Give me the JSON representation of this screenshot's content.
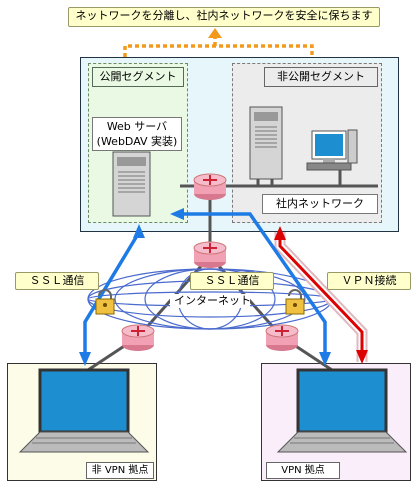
{
  "title": "ネットワークを分離し、社内ネットワークを安全に保ちます",
  "public_segment": {
    "label": "公開セグメント",
    "server_label": "Web サーバ\n(WebDAV 実装)"
  },
  "private_segment": {
    "label": "非公開セグメント",
    "internal_network": "社内ネットワーク"
  },
  "internet": {
    "label": "インターネット"
  },
  "ssl_left": "ＳＳＬ通信",
  "ssl_right": "ＳＳＬ通信",
  "vpn_connection": "ＶＰＮ接続",
  "site_left": "非 VPN 拠点",
  "site_right": "VPN 拠点",
  "colors": {
    "tag_fill": "#ffffcc",
    "public_fill": "#e9f9e3",
    "private_fill": "#ececec",
    "dmz_fill": "#e6f6fb",
    "left_site_fill": "#fcfce8",
    "right_site_fill": "#fbeefb",
    "ssl_arrow": "#1e7be6",
    "vpn_arrow": "#dd0000",
    "router": "#f2a0b4",
    "orange_link": "#f39a1e"
  }
}
